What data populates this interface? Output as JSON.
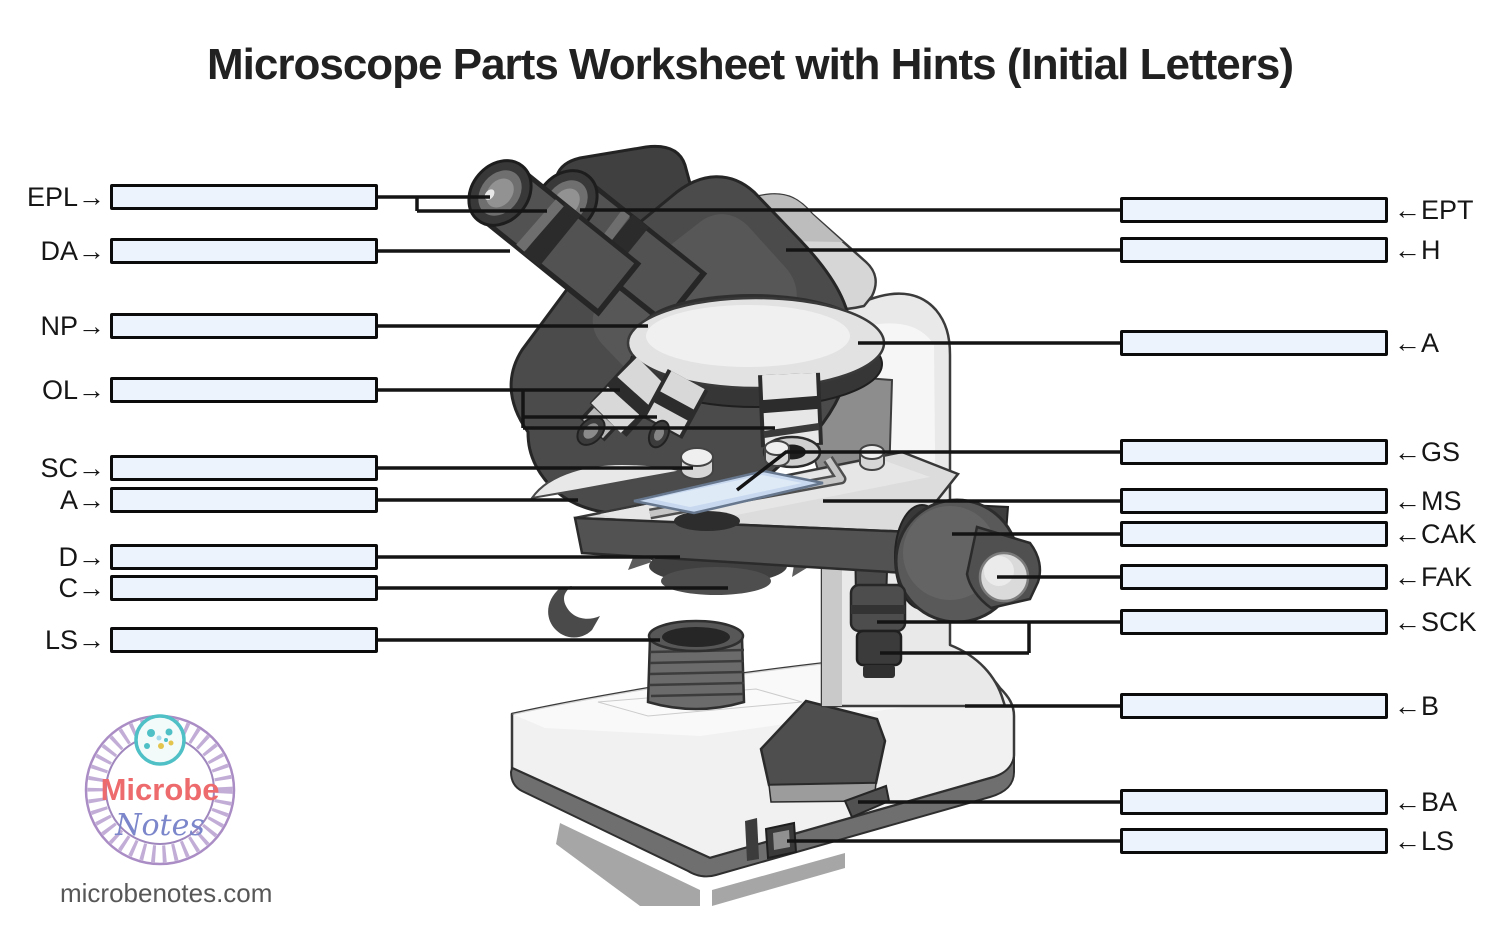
{
  "title": "Microscope Parts Worksheet with Hints (Initial Letters)",
  "left_labels": [
    {
      "id": "EPL",
      "label": "EPL→",
      "value": ""
    },
    {
      "id": "DA",
      "label": "DA→",
      "value": ""
    },
    {
      "id": "NP",
      "label": "NP→",
      "value": ""
    },
    {
      "id": "OL",
      "label": "OL→",
      "value": ""
    },
    {
      "id": "SC",
      "label": "SC→",
      "value": ""
    },
    {
      "id": "A",
      "label": "A→",
      "value": ""
    },
    {
      "id": "D",
      "label": "D→",
      "value": ""
    },
    {
      "id": "C",
      "label": "C→",
      "value": ""
    },
    {
      "id": "LS",
      "label": "LS→",
      "value": ""
    }
  ],
  "right_labels": [
    {
      "id": "EPT",
      "label": "←EPT",
      "value": ""
    },
    {
      "id": "H",
      "label": "←H",
      "value": ""
    },
    {
      "id": "A",
      "label": "←A",
      "value": ""
    },
    {
      "id": "GS",
      "label": "←GS",
      "value": ""
    },
    {
      "id": "MS",
      "label": "←MS",
      "value": ""
    },
    {
      "id": "CAK",
      "label": "←CAK",
      "value": ""
    },
    {
      "id": "FAK",
      "label": "←FAK",
      "value": ""
    },
    {
      "id": "SCK",
      "label": "←SCK",
      "value": ""
    },
    {
      "id": "B",
      "label": "←B",
      "value": ""
    },
    {
      "id": "BA",
      "label": "←BA",
      "value": ""
    },
    {
      "id": "LS",
      "label": "←LS",
      "value": ""
    }
  ],
  "logo": {
    "line1": "Microbe",
    "line2": "Notes"
  },
  "footer": {
    "site": "microbenotes.com"
  },
  "colors": {
    "box_fill": "#edf3fc",
    "box_border": "#0b0b0b",
    "pointer_line": "#141414",
    "title_text": "#212121",
    "logo_microbe": "#ee6b6d",
    "logo_notes": "#7b87ca",
    "logo_wreath": "#ab8dc5",
    "logo_ball": "#4fc0c6",
    "slide_blue": "#c8d9ef",
    "footer_text": "#575757"
  }
}
